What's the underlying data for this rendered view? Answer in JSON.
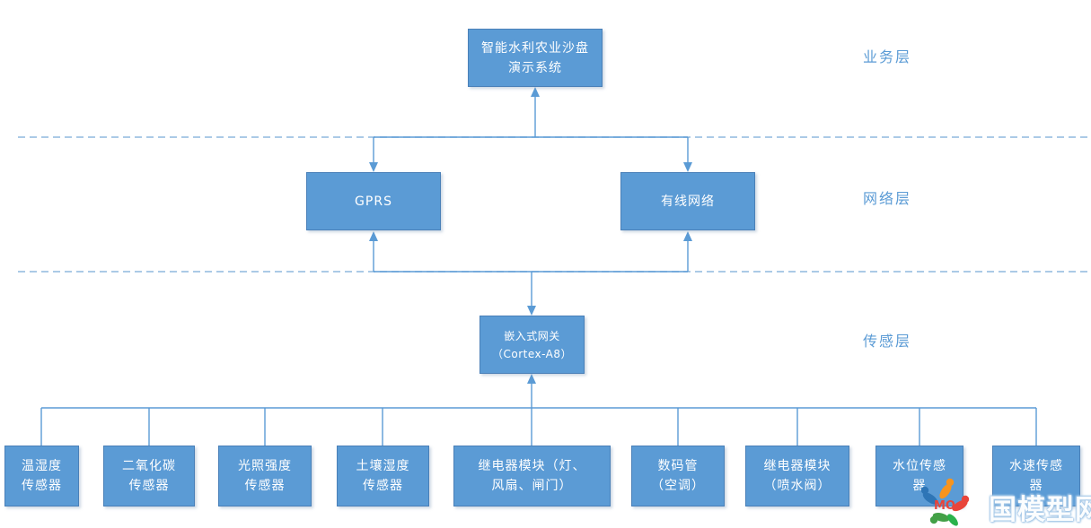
{
  "diagram": {
    "top_box": {
      "label": "智能水利农业沙盘\n演示系统"
    },
    "layers": [
      {
        "label": "业务层"
      },
      {
        "label": "网络层"
      },
      {
        "label": "传感层"
      }
    ],
    "network_boxes": [
      {
        "label": "GPRS"
      },
      {
        "label": "有线网络"
      }
    ],
    "gateway_box": {
      "label": "嵌入式网关\n（Cortex-A8）"
    },
    "device_boxes": [
      {
        "label": "温湿度\n传感器"
      },
      {
        "label": "二氧化碳\n传感器"
      },
      {
        "label": "光照强度\n传感器"
      },
      {
        "label": "土壤湿度\n传感器"
      },
      {
        "label": "继电器模块（灯、\n风扇、闸门）"
      },
      {
        "label": "数码管\n（空调）"
      },
      {
        "label": "继电器模块\n（喷水阀）"
      },
      {
        "label": "水位传感\n器"
      },
      {
        "label": "水速传感\n器"
      }
    ],
    "watermark": {
      "logo_text": "MO",
      "text": "国模型网"
    },
    "colors": {
      "box_fill": "#5B9BD5",
      "box_border": "#4A80B8",
      "connector": "#5B9BD5",
      "dashed_divider": "#8FB8DE",
      "layer_label_text": "#5B9BD5",
      "box_text": "#FFFFFF",
      "watermark_mo_red": "#E8443A",
      "watermark_orange": "#F7941E",
      "watermark_blue": "#2E75B6",
      "watermark_green": "#43A047"
    }
  }
}
